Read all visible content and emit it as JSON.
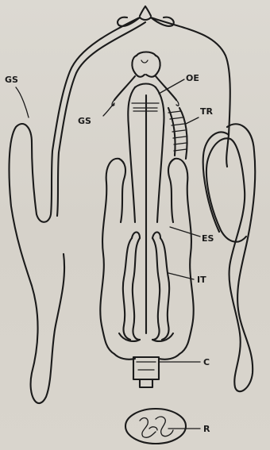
{
  "figure": {
    "labels": {
      "gs_left": "GS",
      "gs_inner": "GS",
      "oe": "OE",
      "tr": "TR",
      "es": "ES",
      "it": "IT",
      "c": "C",
      "r": "R"
    },
    "colors": {
      "paper": "#d9d6cf",
      "ink": "#1b1b1b"
    }
  }
}
